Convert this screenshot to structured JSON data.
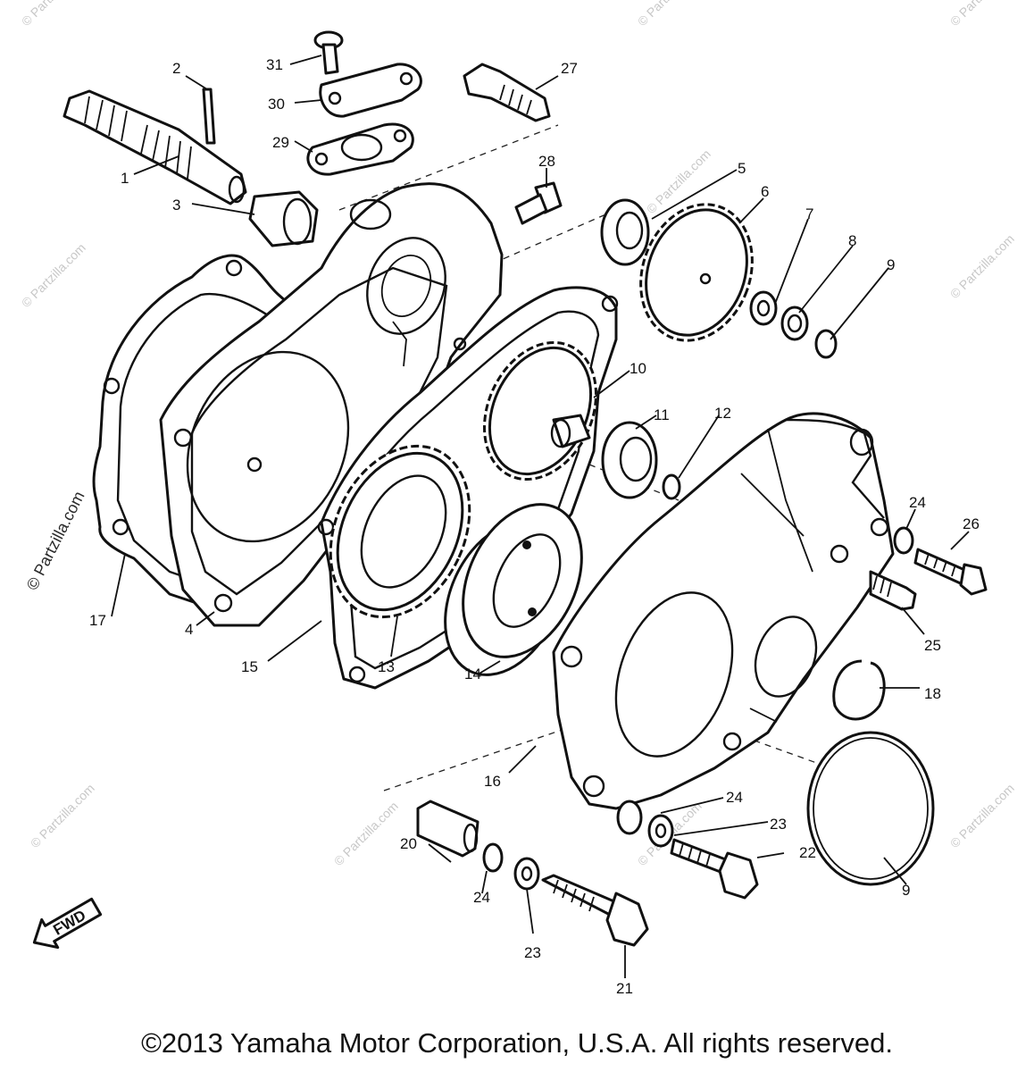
{
  "watermark": {
    "text": "© Partzilla.com",
    "side_text": "© Partzilla.com"
  },
  "labels": [
    {
      "id": "1",
      "text": "1"
    },
    {
      "id": "2",
      "text": "2"
    },
    {
      "id": "3",
      "text": "3"
    },
    {
      "id": "4",
      "text": "4"
    },
    {
      "id": "5",
      "text": "5"
    },
    {
      "id": "6",
      "text": "6"
    },
    {
      "id": "7",
      "text": "7"
    },
    {
      "id": "8",
      "text": "8"
    },
    {
      "id": "9a",
      "text": "9"
    },
    {
      "id": "9b",
      "text": "9"
    },
    {
      "id": "10",
      "text": "10"
    },
    {
      "id": "11",
      "text": "11"
    },
    {
      "id": "12",
      "text": "12"
    },
    {
      "id": "13",
      "text": "13"
    },
    {
      "id": "14",
      "text": "14"
    },
    {
      "id": "15",
      "text": "15"
    },
    {
      "id": "16",
      "text": "16"
    },
    {
      "id": "17",
      "text": "17"
    },
    {
      "id": "18",
      "text": "18"
    },
    {
      "id": "20",
      "text": "20"
    },
    {
      "id": "21",
      "text": "21"
    },
    {
      "id": "22",
      "text": "22"
    },
    {
      "id": "23a",
      "text": "23"
    },
    {
      "id": "23b",
      "text": "23"
    },
    {
      "id": "24a",
      "text": "24"
    },
    {
      "id": "24b",
      "text": "24"
    },
    {
      "id": "24c",
      "text": "24"
    },
    {
      "id": "25",
      "text": "25"
    },
    {
      "id": "26",
      "text": "26"
    },
    {
      "id": "27",
      "text": "27"
    },
    {
      "id": "28",
      "text": "28"
    },
    {
      "id": "29",
      "text": "29"
    },
    {
      "id": "30",
      "text": "30"
    },
    {
      "id": "31",
      "text": "31"
    }
  ],
  "fwd_arrow_text": "FWD",
  "copyright": "©2013 Yamaha Motor Corporation, U.S.A. All rights reserved."
}
